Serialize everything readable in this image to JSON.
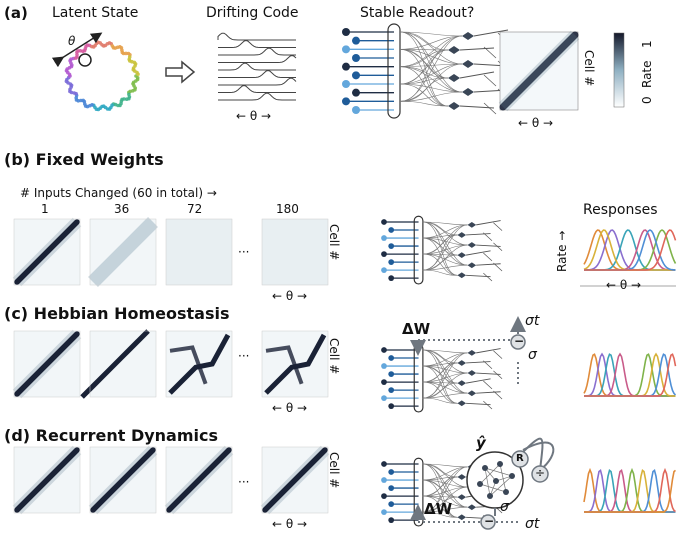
{
  "panel_a": {
    "label": "(a)",
    "titles": [
      "Latent State",
      "Drifting Code",
      "Stable Readout?"
    ],
    "theta": "θ",
    "theta_axis": "← θ →",
    "cell_axis": "Cell #",
    "colorbar": {
      "min": "0",
      "mid": "Rate",
      "max": "1"
    }
  },
  "panel_b": {
    "label": "(b) Fixed Weights",
    "inputs_header": "# Inputs Changed (60 in total) →",
    "input_counts": [
      "1",
      "36",
      "72",
      "180"
    ],
    "ellipsis": "···",
    "theta_axis": "← θ →",
    "cell_axis": "Cell #",
    "responses_title": "Responses",
    "rate_axis": "Rate →",
    "resp_theta_axis": "← θ →"
  },
  "panel_c": {
    "label": "(c) Hebbian Homeostasis",
    "delta_w": "ΔW",
    "sigma_t": "σt",
    "sigma": "σ",
    "minus": "−",
    "ellipsis": "···",
    "theta_axis": "← θ →",
    "cell_axis": "Cell #"
  },
  "panel_d": {
    "label": "(d) Recurrent Dynamics",
    "delta_w": "ΔW",
    "sigma_t": "σt",
    "sigma": "σ",
    "y_hat": "ŷ",
    "r_label": "R",
    "div": "÷",
    "minus": "−",
    "ellipsis": "···",
    "theta_axis": "← θ →",
    "cell_axis": "Cell #"
  },
  "colors": {
    "dark_navy": "#1f2d44",
    "blue_dark": "#1f5c99",
    "blue_light": "#63a7dc",
    "neuron": "#3a4656",
    "gray": "#6f7780"
  }
}
